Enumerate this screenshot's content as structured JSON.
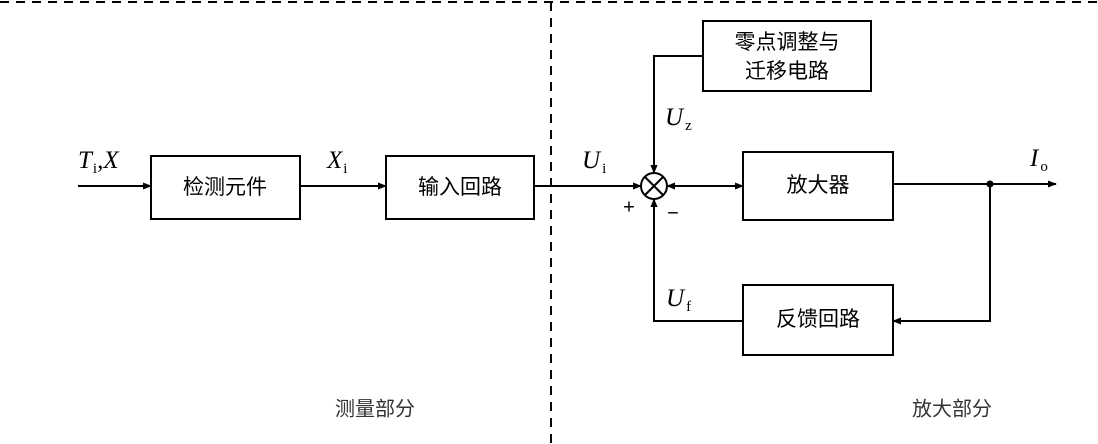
{
  "blocks": {
    "sensor": "检测元件",
    "input_circuit": "输入回路",
    "amplifier": "放大器",
    "feedback": "反馈回路",
    "zero_line1": "零点调整与",
    "zero_line2": "迁移电路"
  },
  "signals": {
    "input": {
      "main": "T",
      "sub": "i",
      "rest": ",X"
    },
    "xi": {
      "main": "X",
      "sub": "i"
    },
    "ui": {
      "main": "U",
      "sub": "i"
    },
    "uz": {
      "main": "U",
      "sub": "z"
    },
    "uf": {
      "main": "U",
      "sub": "f"
    },
    "io": {
      "main": "I",
      "sub": "o"
    }
  },
  "signs": {
    "plus": "+",
    "minus": "−"
  },
  "sections": {
    "measure": "测量部分",
    "amplify": "放大部分"
  }
}
